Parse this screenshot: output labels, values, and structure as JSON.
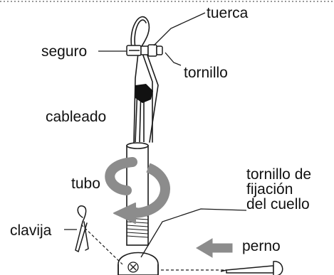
{
  "labels": {
    "nut": "tuerca",
    "safety_clip": "seguro",
    "screw": "tornillo",
    "wiring": "cableado",
    "tube": "tubo",
    "neck_screw": [
      "tornillo de",
      "fijación",
      "del cuello"
    ],
    "cotter_pin": "clavija",
    "bolt": "perno"
  },
  "colors": {
    "line": "#1a1a1a",
    "arrow_gray": "#8c8c8c",
    "tape": "#111111",
    "text": "#111111"
  },
  "icons": [
    "rotation-arrow-icon",
    "insert-arrow-icon"
  ]
}
